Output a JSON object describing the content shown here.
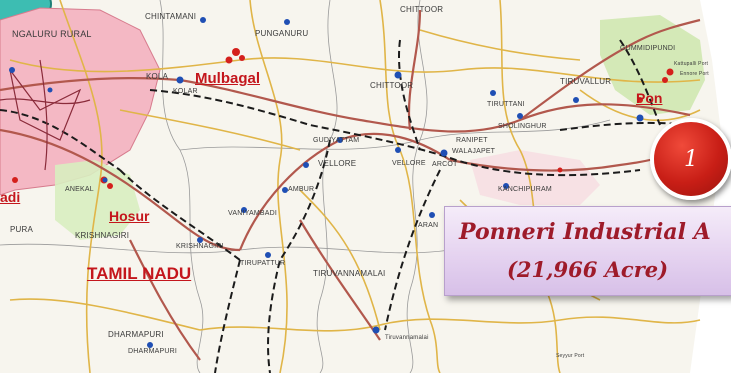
{
  "map": {
    "regions": {
      "state_label": "TAMIL NADU"
    },
    "cities_major": {
      "mulbagal": "Mulbagal",
      "hosur": "Hosur",
      "ponneri": "Pon",
      "adi": "adi"
    },
    "places": {
      "chintamani": "CHINTAMANI",
      "pungaluru": "PUNGANURU",
      "chittoor_top": "CHITTOOR",
      "bengaluru_rural": "NGALURU RURAL",
      "kolar_top": "KOLA",
      "kolar": "KOLAR",
      "chittoor": "CHITTOOR",
      "tiruvallur": "TIRUVALLUR",
      "gummidipundi": "GUMMIDIPUNDI",
      "tiruttani": "TIRUTTANI",
      "sholinghur": "SHOLINGHUR",
      "gudiyattam": "GUDIYATTAM",
      "vellore": "VELLORE",
      "ranipet": "RANIPET",
      "walajapet": "WALAJAPET",
      "arcot": "ARCOT",
      "ambur": "AMBUR",
      "vaniyambadi": "VANIYAMBADI",
      "kanchipuram": "KANCHIPURAM",
      "anekal": "ANEKAL",
      "krishnagiri": "KRISHNAGIRI",
      "krishnagiri2": "KRISHNAGIRI",
      "tirupattur": "TIRUPATTUR",
      "tiruvannamalai": "TIRUVANNAMALAI",
      "tiruvannamalai_small": "Tiruvannamalai",
      "dharmapuri": "DHARMAPURI",
      "dharmapuri2": "DHARMAPURI",
      "arani": "ARAN",
      "pura": "PURA",
      "kattupalli_port": "Kattupalli Port",
      "ennore_port": "Ennore Port",
      "seyyur_port": "Seyyur Port"
    },
    "colors": {
      "bangalore_zone": "#f4b8c4",
      "green_zone": "#cfe8b0",
      "red_text": "#c4161c",
      "town_dot": "#1f4fb4"
    }
  },
  "callout": {
    "line1": "Ponneri Industrial A",
    "line2": "(21,966 Acre)"
  },
  "badge": {
    "number": "1"
  }
}
